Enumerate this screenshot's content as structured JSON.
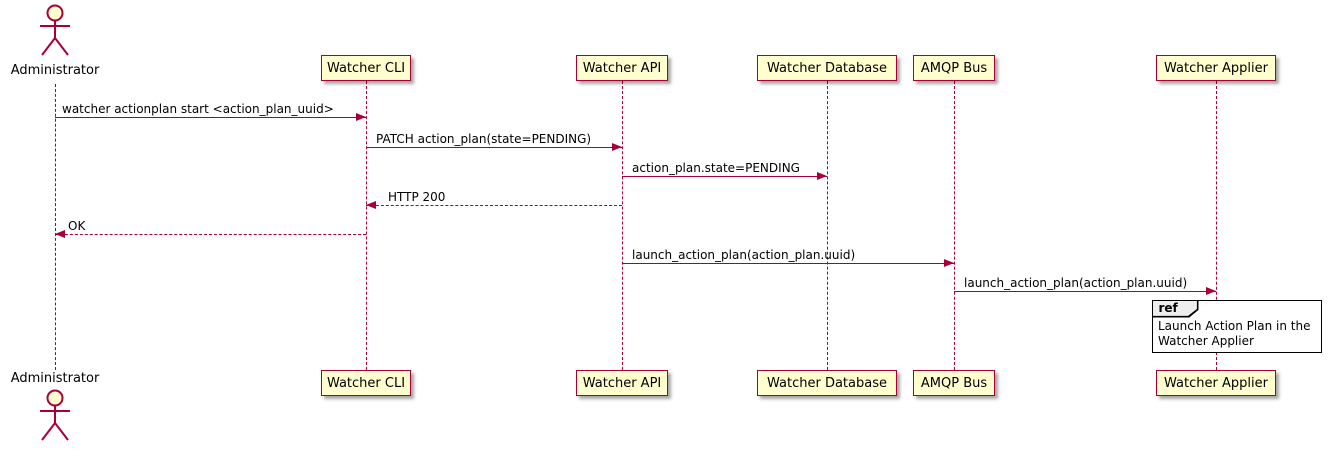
{
  "colors": {
    "participant-bg": "#FEFECE",
    "participant-border": "#A80036",
    "line-color": "#A80036",
    "text-color": "#000000",
    "ref-border": "#000000",
    "ref-header-bg": "#EEEEEE"
  },
  "diagram": {
    "actor": {
      "name": "Administrator"
    },
    "participants": [
      {
        "name": "Watcher CLI"
      },
      {
        "name": "Watcher API"
      },
      {
        "name": "Watcher Database"
      },
      {
        "name": "AMQP Bus"
      },
      {
        "name": "Watcher Applier"
      }
    ],
    "messages": [
      {
        "label": "watcher actionplan start <action_plan_uuid>",
        "from": "Administrator",
        "to": "Watcher CLI",
        "line": "solid"
      },
      {
        "label": "PATCH action_plan(state=PENDING)",
        "from": "Watcher CLI",
        "to": "Watcher API",
        "line": "solid"
      },
      {
        "label": "action_plan.state=PENDING",
        "from": "Watcher API",
        "to": "Watcher Database",
        "line": "solid"
      },
      {
        "label": "HTTP 200",
        "from": "Watcher API",
        "to": "Watcher CLI",
        "line": "dashed"
      },
      {
        "label": "OK",
        "from": "Watcher CLI",
        "to": "Administrator",
        "line": "dashed"
      },
      {
        "label": "launch_action_plan(action_plan.uuid)",
        "from": "Watcher API",
        "to": "AMQP Bus",
        "line": "solid"
      },
      {
        "label": "launch_action_plan(action_plan.uuid)",
        "from": "AMQP Bus",
        "to": "Watcher Applier",
        "line": "solid"
      }
    ],
    "ref": {
      "keyword": "ref",
      "text": "Launch Action Plan in the\nWatcher Applier"
    }
  }
}
